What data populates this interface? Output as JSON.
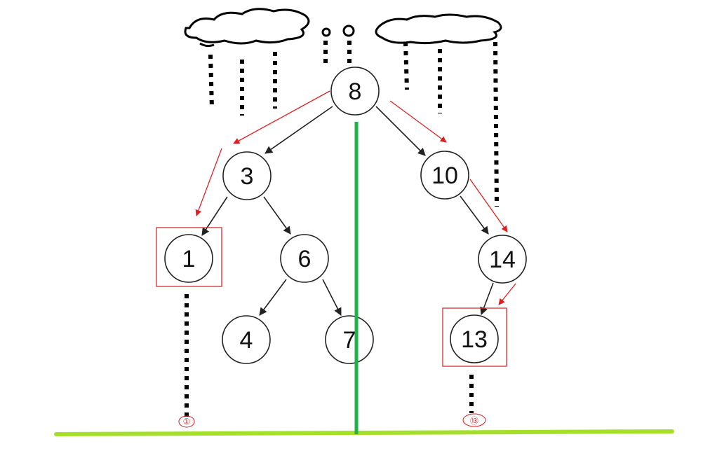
{
  "diagram": {
    "nodes": [
      {
        "id": "n8",
        "label": "8"
      },
      {
        "id": "n3",
        "label": "3"
      },
      {
        "id": "n10",
        "label": "10"
      },
      {
        "id": "n1",
        "label": "1"
      },
      {
        "id": "n6",
        "label": "6"
      },
      {
        "id": "n14",
        "label": "14"
      },
      {
        "id": "n4",
        "label": "4"
      },
      {
        "id": "n7",
        "label": "7"
      },
      {
        "id": "n13",
        "label": "13"
      }
    ],
    "edges": [
      {
        "from": "n8",
        "to": "n3"
      },
      {
        "from": "n8",
        "to": "n10"
      },
      {
        "from": "n3",
        "to": "n1"
      },
      {
        "from": "n3",
        "to": "n6"
      },
      {
        "from": "n6",
        "to": "n4"
      },
      {
        "from": "n6",
        "to": "n7"
      },
      {
        "from": "n10",
        "to": "n14"
      },
      {
        "from": "n14",
        "to": "n13"
      }
    ],
    "highlighted_nodes": [
      "n1",
      "n13"
    ],
    "ground_labels": [
      "①",
      "⑬"
    ],
    "colors": {
      "node_stroke": "#222222",
      "edge": "#222222",
      "traversal_path": "#e02020",
      "highlight_box": "#d32f2f",
      "center_line": "#22b04a",
      "ground_line": "#a4e02a",
      "rain": "#000000",
      "cloud": "#000000"
    }
  }
}
